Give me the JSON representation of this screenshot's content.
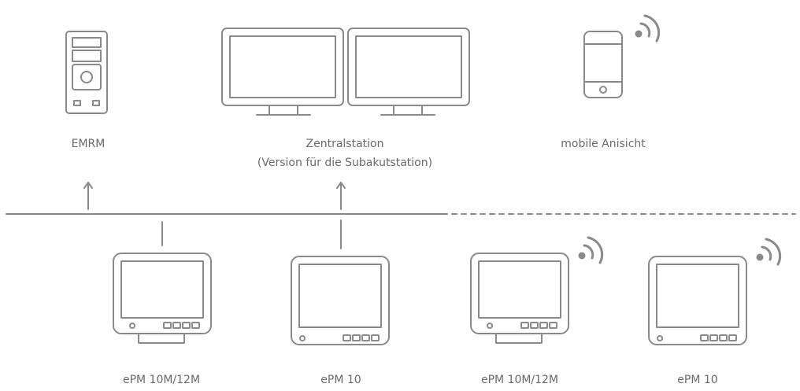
{
  "labels": {
    "emrm": "EMRM",
    "central_line1": "Zentralstation",
    "central_line2": "(Version für die Subakutstation)",
    "mobile": "mobile Anisicht",
    "monitor1": "ePM 10M/12M",
    "monitor2": "ePM 10",
    "monitor3": "ePM 10M/12M",
    "monitor4": "ePM 10"
  },
  "icons": {
    "emrm": "server-tower-icon",
    "central": "dual-display-icon",
    "mobile": "smartphone-icon",
    "wireless": "wifi-signal-icon",
    "monitor": "patient-monitor-icon"
  },
  "colors": {
    "stroke": "#8a8a8a",
    "text": "#6a6a6a",
    "background": "#ffffff"
  }
}
